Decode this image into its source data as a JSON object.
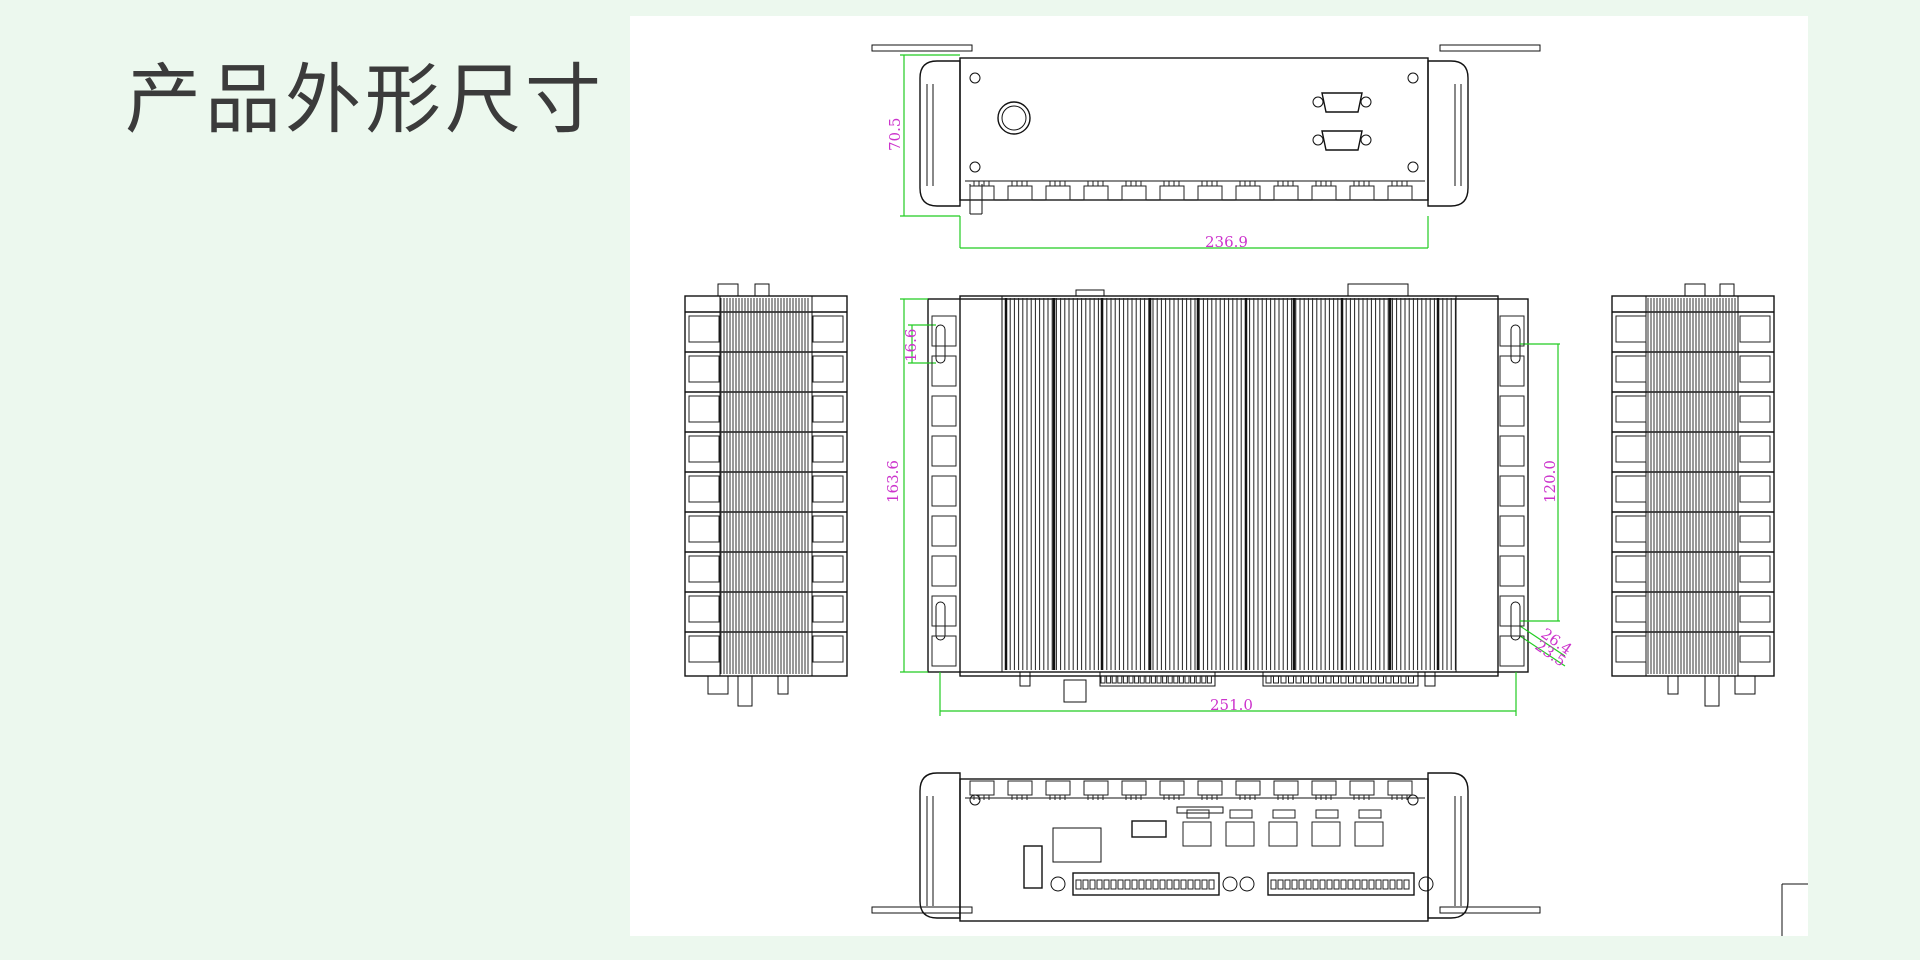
{
  "title": "产品外形尺寸",
  "dimensions": {
    "height": "70.5",
    "top_width": "236.9",
    "mount_hole": "16.6",
    "depth": "163.6",
    "hole_spacing": "120.0",
    "hole_a": "26.4",
    "hole_b": "23.5",
    "overall_width": "251.0"
  },
  "colors": {
    "background": "#ecf8ee",
    "dimension_text": "#cc33cc",
    "dimension_line": "#22cc22"
  }
}
